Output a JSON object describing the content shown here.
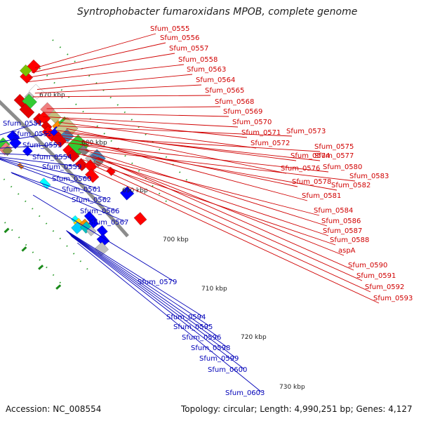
{
  "title": "Syntrophobacter fumaroxidans MPOB, complete genome",
  "footer": {
    "accession": "Accession: NC_008554",
    "summary": "Topology: circular; Length: 4,990,251 bp; Genes: 4,127"
  },
  "colors": {
    "forward_label": "#d00000",
    "reverse_label": "#0000b8",
    "backbone": "#8c8c8c",
    "tick": "#1a8a1a"
  },
  "ticks": [
    "670 kbp",
    "680 kbp",
    "690 kbp",
    "700 kbp",
    "710 kbp",
    "720 kbp",
    "730 kbp"
  ],
  "forward_genes": [
    "Sfum_0555",
    "Sfum_0556",
    "Sfum_0557",
    "Sfum_0558",
    "Sfum_0563",
    "Sfum_0564",
    "Sfum_0565",
    "Sfum_0568",
    "Sfum_0569",
    "Sfum_0570",
    "Sfum_0571",
    "Sfum_0572",
    "Sfum_0573",
    "Sfum_0574",
    "Sfum_0575",
    "Sfum_0576",
    "Sfum_0577",
    "Sfum_0578",
    "Sfum_0580",
    "Sfum_0581",
    "Sfum_0582",
    "Sfum_0583",
    "Sfum_0584",
    "Sfum_0586",
    "Sfum_0587",
    "Sfum_0588",
    "aspA",
    "Sfum_0590",
    "Sfum_0591",
    "Sfum_0592",
    "Sfum_0593"
  ],
  "reverse_genes": [
    "Sfum_0551",
    "Sfum_0552",
    "Sfum_0553",
    "Sfum_0554",
    "Sfum_0559",
    "Sfum_0560",
    "Sfum_0561",
    "Sfum_0562",
    "Sfum_0566",
    "Sfum_0567",
    "Sfum_0579",
    "Sfum_0594",
    "Sfum_0595",
    "Sfum_0596",
    "Sfum_0598",
    "Sfum_0599",
    "Sfum_0600",
    "Sfum_0603"
  ]
}
